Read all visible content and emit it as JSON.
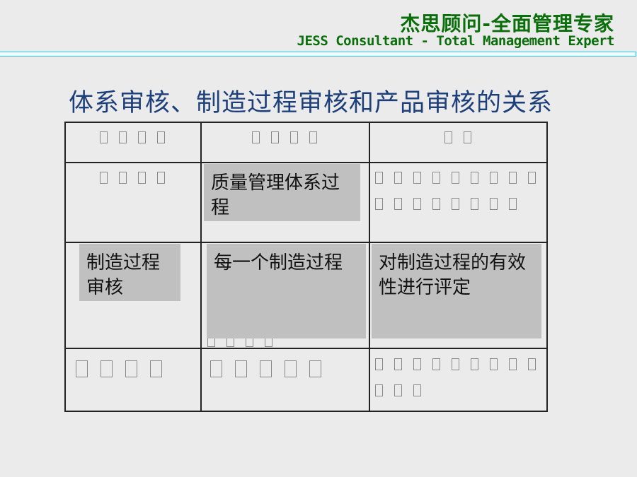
{
  "header": {
    "brand": "杰思顾问-全面管理专家",
    "tagline": "JESS Consultant - Total Management Expert"
  },
  "slide": {
    "title": "体系审核、制造过程审核和产品审核的关系"
  },
  "table": {
    "header": [
      "□□□□",
      "□□□□",
      "□□"
    ],
    "row1": [
      "□□□□",
      "质量管理体系过程",
      "□□□□□□□□□□□□□□□□□"
    ],
    "row2": [
      "制造过程审核",
      "每一个制造过程",
      "对制造过程的有效性进行评定",
      "□□□□"
    ],
    "row3": [
      "□□□□",
      "□□□□□",
      "□□□□□□□□□□□□"
    ]
  },
  "colors": {
    "brand": "#0a6e0a",
    "title": "#1d3f7a",
    "rule": "#22c8ee",
    "highlight": "#c0c0c0"
  }
}
